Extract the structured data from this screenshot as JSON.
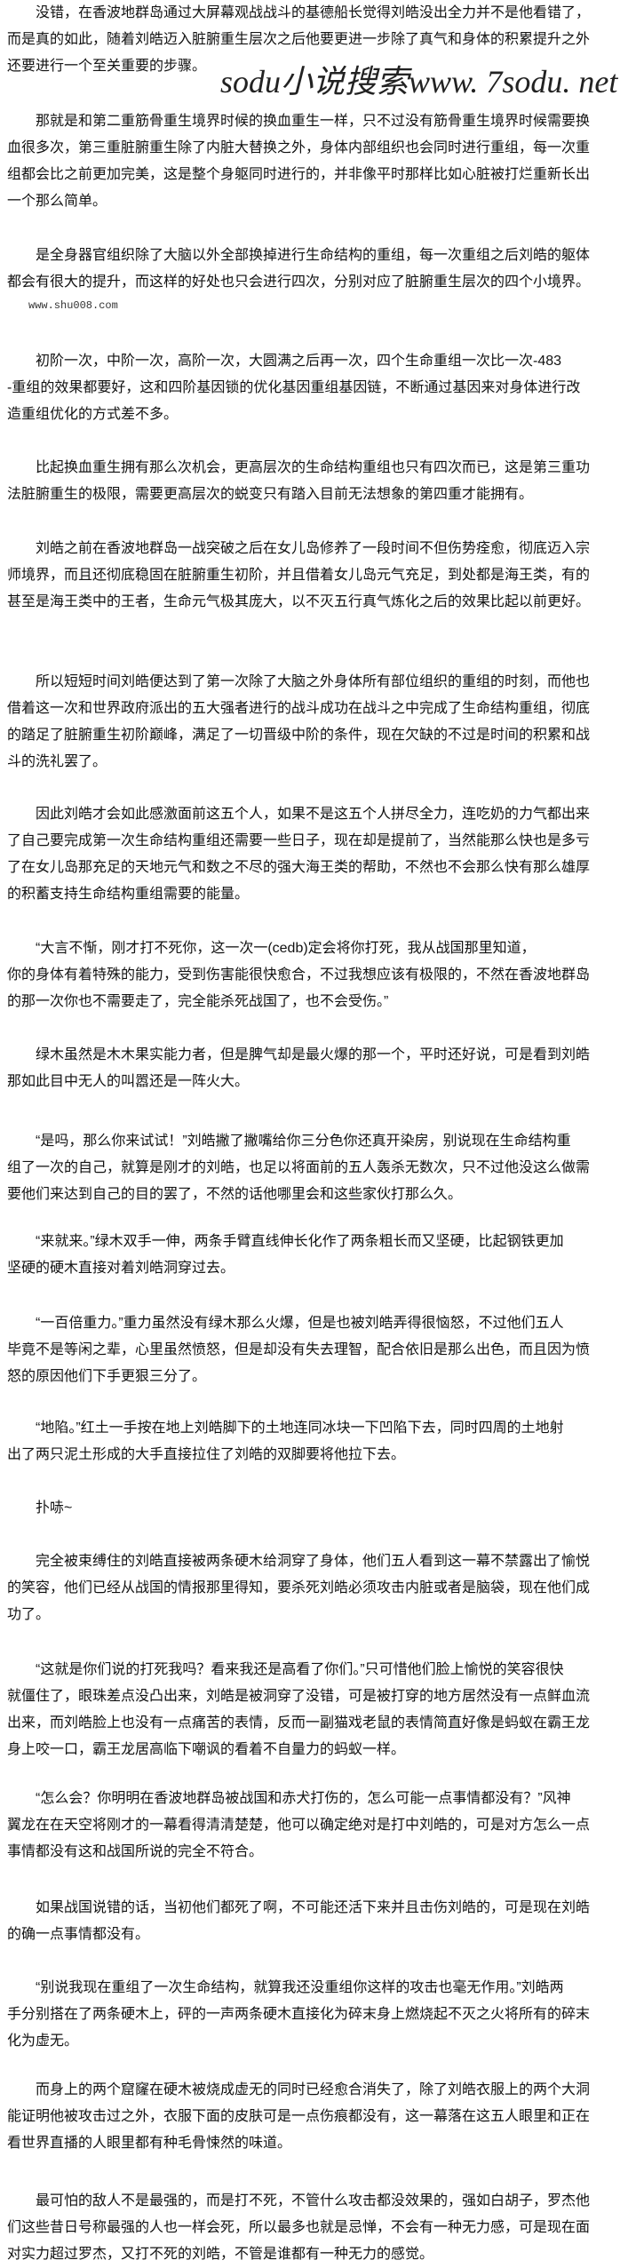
{
  "watermark": "sodu小说搜索www. 7sodu. net",
  "source_link": "www.shu008.com",
  "paragraphs": [
    "没错，在香波地群岛通过大屏幕观战战斗的基德船长觉得刘皓没出全力并不是他看错了，\n而是真的如此，随着刘皓迈入脏腑重生层次之后他要更进一步除了真气和身体的积累提升之外\n还要进行一个至关重要的步骤。",
    "那就是和第二重筋骨重生境界时候的换血重生一样，只不过没有筋骨重生境界时候需要换\n血很多次，第三重脏腑重生除了内脏大替换之外，身体内部组织也会同时进行重组，每一次重\n组都会比之前更加完美，这是整个身躯同时进行的，并非像平时那样比如心脏被打烂重新长出\n一个那么简单。",
    "是全身器官组织除了大脑以外全部换掉进行生命结构的重组，每一次重组之后刘皓的躯体\n都会有很大的提升，而这样的好处也只会进行四次，分别对应了脏腑重生层次的四个小境界。",
    "初阶一次，中阶一次，高阶一次，大圆满之后再一次，四个生命重组一次比一次-483\n-重组的效果都要好，这和四阶基因锁的优化基因重组基因链，不断通过基因来对身体进行改\n造重组优化的方式差不多。",
    "比起换血重生拥有那么次机会，更高层次的生命结构重组也只有四次而已，这是第三重功\n法脏腑重生的极限，需要更高层次的蜕变只有踏入目前无法想象的第四重才能拥有。",
    "刘皓之前在香波地群岛一战突破之后在女儿岛修养了一段时间不但伤势痊愈，彻底迈入宗\n师境界，而且还彻底稳固在脏腑重生初阶，并且借着女儿岛元气充足，到处都是海王类，有的\n甚至是海王类中的王者，生命元气极其庞大，以不灭五行真气炼化之后的效果比起以前更好。",
    "所以短短时间刘皓便达到了第一次除了大脑之外身体所有部位组织的重组的时刻，而他也\n借着这一次和世界政府派出的五大强者进行的战斗成功在战斗之中完成了生命结构重组，彻底\n的踏足了脏腑重生初阶巅峰，满足了一切晋级中阶的条件，现在欠缺的不过是时间的积累和战\n斗的洗礼罢了。",
    "因此刘皓才会如此感激面前这五个人，如果不是这五个人拼尽全力，连吃奶的力气都出来\n了自己要完成第一次生命结构重组还需要一些日子，现在却是提前了，当然能那么快也是多亏\n了在女儿岛那充足的天地元气和数之不尽的强大海王类的帮助，不然也不会那么快有那么雄厚\n的积蓄支持生命结构重组需要的能量。",
    "“大言不惭，刚才打不死你，这一次一(cedb)定会将你打死，我从战国那里知道，\n你的身体有着特殊的能力，受到伤害能很快愈合，不过我想应该有极限的，不然在香波地群岛\n的那一次你也不需要走了，完全能杀死战国了，也不会受伤。”",
    "绿木虽然是木木果实能力者，但是脾气却是最火爆的那一个，平时还好说，可是看到刘皓\n那如此目中无人的叫嚣还是一阵火大。",
    "“是吗，那么你来试试！”刘皓撇了撇嘴给你三分色你还真开染房，别说现在生命结构重\n组了一次的自己，就算是刚才的刘皓，也足以将面前的五人轰杀无数次，只不过他没这么做需\n要他们来达到自己的目的罢了，不然的话他哪里会和这些家伙打那么久。",
    "“来就来。”绿木双手一伸，两条手臂直线伸长化作了两条粗长而又坚硬，比起钢铁更加\n坚硬的硬木直接对着刘皓洞穿过去。",
    "“一百倍重力。”重力虽然没有绿木那么火爆，但是也被刘皓弄得很恼怒，不过他们五人\n毕竟不是等闲之辈，心里虽然愤怒，但是却没有失去理智，配合依旧是那么出色，而且因为愤\n怒的原因他们下手更狠三分了。",
    "“地陷。”红土一手按在地上刘皓脚下的土地连同冰块一下凹陷下去，同时四周的土地射\n出了两只泥土形成的大手直接拉住了刘皓的双脚要将他拉下去。",
    "扑哧~",
    "完全被束缚住的刘皓直接被两条硬木给洞穿了身体，他们五人看到这一幕不禁露出了愉悦\n的笑容，他们已经从战国的情报那里得知，要杀死刘皓必须攻击内脏或者是脑袋，现在他们成\n功了。",
    "“这就是你们说的打死我吗？看来我还是高看了你们。”只可惜他们脸上愉悦的笑容很快\n就僵住了，眼珠差点没凸出来，刘皓是被洞穿了没错，可是被打穿的地方居然没有一点鲜血流\n出来，而刘皓脸上也没有一点痛苦的表情，反而一副猫戏老鼠的表情简直好像是蚂蚁在霸王龙\n身上咬一口，霸王龙居高临下嘲讽的看着不自量力的蚂蚁一样。",
    "“怎么会？你明明在香波地群岛被战国和赤犬打伤的，怎么可能一点事情都没有？”风神\n翼龙在在天空将刚才的一幕看得清清楚楚，他可以确定绝对是打中刘皓的，可是对方怎么一点\n事情都没有这和战国所说的完全不符合。",
    "如果战国说错的话，当初他们都死了啊，不可能还活下来并且击伤刘皓的，可是现在刘皓\n的确一点事情都没有。",
    "“别说我现在重组了一次生命结构，就算我还没重组你这样的攻击也毫无作用。”刘皓两\n手分别搭在了两条硬木上，砰的一声两条硬木直接化为碎末身上燃烧起不灭之火将所有的碎末\n化为虚无。",
    "而身上的两个窟窿在硬木被烧成虚无的同时已经愈合消失了，除了刘皓衣服上的两个大洞\n能证明他被攻击过之外，衣服下面的皮肤可是一点伤痕都没有，这一幕落在这五人眼里和正在\n看世界直播的人眼里都有种毛骨悚然的味道。",
    "最可怕的敌人不是最强的，而是打不死，不管什么攻击都没效果的，强如白胡子，罗杰他\n们这些昔日号称最强的人也一样会死，所以最多也就是忌惮，不会有一种无力感，可是现在面\n对实力超过罗杰，又打不死的刘皓，不管是谁都有一种无力的感觉。"
  ]
}
